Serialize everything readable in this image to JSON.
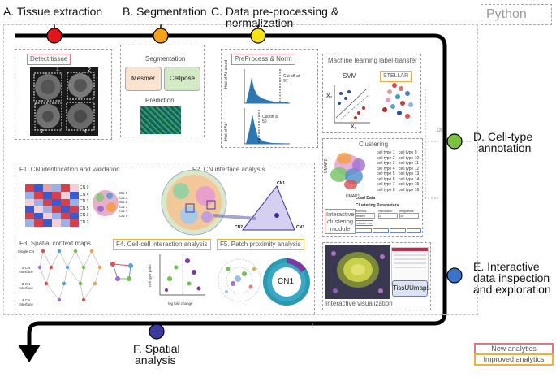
{
  "stages": {
    "a": "A. Tissue extraction",
    "b": "B. Segmentation",
    "c_line1": "C. Data pre-processing &",
    "c_line2": "normalization",
    "d_line1": "D. Cell-type",
    "d_line2": "annotation",
    "e_line1": "E. Interactive",
    "e_line2": "data inspection",
    "e_line3": "and exploration",
    "f_line1": "F. Spatial",
    "f_line2": "analysis"
  },
  "language_label": "Python",
  "connector_or": "or",
  "colors": {
    "stage_a": "#e3151a",
    "stage_b": "#f5a21b",
    "stage_c": "#f5e21b",
    "stage_d": "#7cc242",
    "stage_e": "#3b73c9",
    "stage_f": "#3c3a9e",
    "new_analytics_border": "#e07a7a",
    "improved_analytics_border": "#f0b040",
    "pipeline": "#000000"
  },
  "panel_a": {
    "tag": "Detect tissue",
    "cores": [
      "1",
      "2",
      "3",
      "4"
    ]
  },
  "panel_b": {
    "title": "Segmentation",
    "tool1": "Mesmer",
    "tool2": "Cellpose",
    "prediction": "Prediction"
  },
  "panel_c": {
    "tag": "PreProcess & Norm",
    "ylabel_top": "Hist of Ab count",
    "ylabel_bottom": "Hist of Ab²",
    "cutoff_top": "Cut off at 97",
    "cutoff_bottom": "Cut off at 50"
  },
  "panel_ml": {
    "title": "Machine learning label-transfer",
    "svm": "SVM",
    "stellar": "STELLAR",
    "x2": "X₂",
    "x1": "X₁"
  },
  "panel_cluster": {
    "title": "Clustering",
    "umap1": "UMAP1",
    "umap2": "UMAP2",
    "cell_types_col1": [
      "cell type 1",
      "cell type 2",
      "cell type 3",
      "cell type 4",
      "cell type 5",
      "cell type 6",
      "cell type 7",
      "cell type 8"
    ],
    "cell_types_col2": [
      "cell type 9",
      "cell type 10",
      "cell type 11",
      "cell type 12",
      "cell type 13",
      "cell type 14",
      "cell type 15",
      "cell type 16"
    ],
    "tag": "Interactive clustering module",
    "load_data": "Load Data",
    "params_title": "Clustering Parameters",
    "param_method": "method",
    "param_resolution": "resolution",
    "param_neighbors": "neighbors",
    "val_method": "leiden",
    "val_resolution": "1",
    "val_neighbors": "10",
    "button": "cluster run"
  },
  "panel_e": {
    "tag": "TissUUmaps",
    "caption": "Interactive visualization"
  },
  "panel_f": {
    "f1_title": "F1. CN identification and validation",
    "f1_rows": [
      "CN 0",
      "CN 4",
      "CN 1",
      "CN 5",
      "CN 3",
      "CN 2"
    ],
    "f1_legend": [
      "CN 0",
      "CN 1",
      "CN 2",
      "CN 3",
      "CN 4",
      "CN 5"
    ],
    "f2_title": "F2. CN interface analysis",
    "f2_triangle": [
      "CN1",
      "CN2",
      "CN3"
    ],
    "f3_title": "F3. Spatial context maps",
    "f3_rows": [
      "Single CN",
      "2 CN Interface",
      "3 CN Interface",
      "4 CN Interface"
    ],
    "f4_tag": "F4. Cell-cell interaction analysis",
    "f4_xlabel": "log fold change",
    "f4_ylabel": "cell type pairs",
    "f5_tag": "F5. Patch proximity analysis",
    "f5_center": "CN1"
  },
  "legend": {
    "new": "New analytics",
    "improved": "Improved analytics"
  }
}
